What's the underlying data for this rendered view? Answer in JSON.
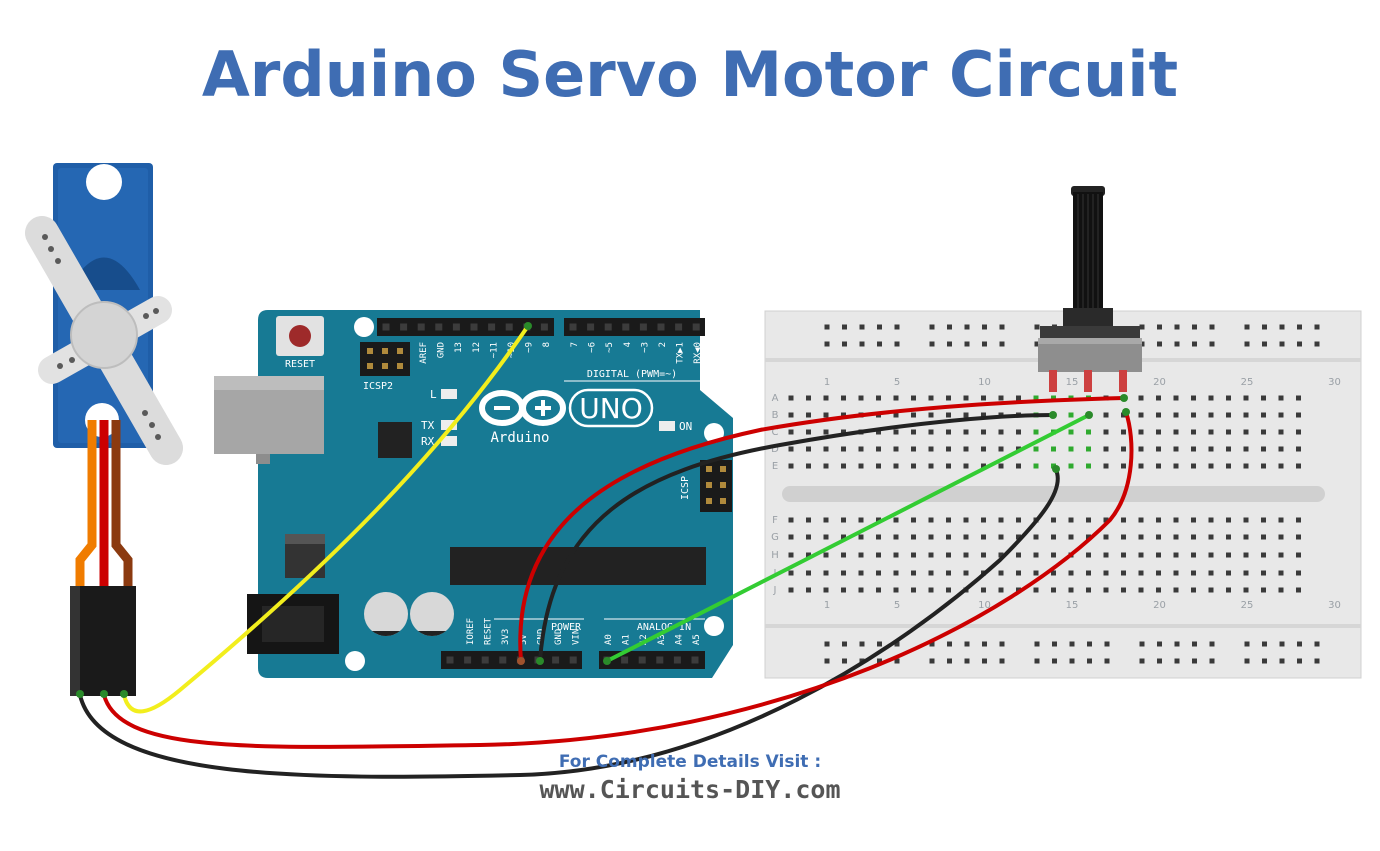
{
  "title": "Arduino Servo Motor Circuit",
  "footer": {
    "visit_label": "For Complete Details Visit :",
    "url": "www.Circuits-DIY.com"
  },
  "arduino": {
    "reset_label": "RESET",
    "icsp2_label": "ICSP2",
    "icsp_label": "ICSP",
    "brand": "Arduino",
    "model": "UNO",
    "led_l": "L",
    "led_tx": "TX",
    "led_rx": "RX",
    "led_on": "ON",
    "digital_label": "DIGITAL (PWM=~)",
    "power_label": "POWER",
    "analog_label": "ANALOG IN",
    "header_top_left": [
      "AREF",
      "GND",
      "13",
      "12",
      "~11",
      "~10",
      "~9",
      "8"
    ],
    "header_top_right": [
      "7",
      "~6",
      "~5",
      "4",
      "~3",
      "2",
      "TX▶1",
      "RX◀0"
    ],
    "power_pins": [
      "IOREF",
      "RESET",
      "3V3",
      "5V",
      "GND",
      "GND",
      "VIN"
    ],
    "analog_pins": [
      "A0",
      "A1",
      "A2",
      "A3",
      "A4",
      "A5"
    ]
  },
  "breadboard": {
    "column_labels": [
      "1",
      "5",
      "10",
      "15",
      "20",
      "25",
      "30"
    ],
    "rows_top": [
      "A",
      "B",
      "C",
      "D",
      "E"
    ],
    "rows_bottom": [
      "F",
      "G",
      "H",
      "I",
      "J"
    ]
  },
  "colors": {
    "title": "#3f6db3",
    "arduino_board": "#177a94",
    "wire_red": "#cc0000",
    "wire_black": "#222222",
    "wire_green": "#33cc33",
    "wire_yellow": "#f2ee1d",
    "servo_blue": "#1f5ea8",
    "wire_orange": "#f07c00",
    "wire_brown": "#8b3a10"
  }
}
